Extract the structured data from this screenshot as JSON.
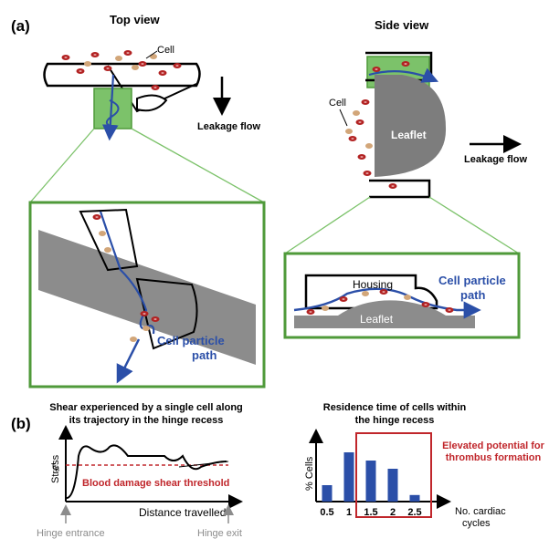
{
  "panel_a": {
    "label": "(a)",
    "top_view": {
      "title": "Top view",
      "cell_label": "Cell",
      "leakage_flow": "Leakage flow",
      "cell_path": [
        "Cell particle",
        "path"
      ]
    },
    "side_view": {
      "title": "Side view",
      "cell_label": "Cell",
      "leaflet_label": "Leaflet",
      "leakage_flow": "Leakage flow",
      "housing_label": "Housing",
      "zoom_leaflet_label": "Leaflet",
      "cell_path": [
        "Cell particle",
        "path"
      ]
    }
  },
  "panel_b": {
    "label": "(b)",
    "shear_plot": {
      "title": [
        "Shear experienced by a single cell along",
        "its trajectory in the hinge recess"
      ],
      "ylabel": "Stress",
      "tau_label": "τ",
      "tau_sub": "B",
      "threshold_label": "Blood damage shear threshold",
      "xlabel": "Distance travelled",
      "entrance_label": "Hinge entrance",
      "exit_label": "Hinge exit"
    },
    "residence_plot": {
      "title": [
        "Residence time of cells within",
        "the hinge recess"
      ],
      "ylabel": "% Cells",
      "xlabel": [
        "No. cardiac",
        "cycles"
      ],
      "annotation": [
        "Elevated potential for",
        "thrombus formation"
      ]
    }
  },
  "colors": {
    "blue": "#2b4fa8",
    "green": "#4f9a3a",
    "light_green": "#7cc26a",
    "red": "#c0262b",
    "gray": "#8c8c8c",
    "cell_red": "#b22222",
    "cell_tan": "#d2a679"
  },
  "chart_data": {
    "type": "bar",
    "categories": [
      "0.5",
      "1",
      "1.5",
      "2",
      "2.5"
    ],
    "values": [
      10,
      30,
      25,
      20,
      4
    ],
    "title": "Residence time of cells within the hinge recess",
    "xlabel": "No. cardiac cycles",
    "ylabel": "% Cells",
    "ylim": [
      0,
      40
    ],
    "highlight_categories": [
      "1.5",
      "2",
      "2.5"
    ]
  }
}
